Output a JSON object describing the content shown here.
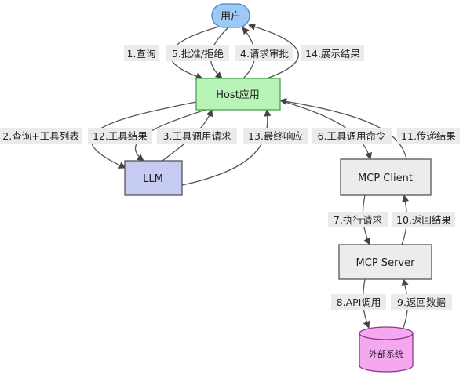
{
  "nodes": {
    "user": {
      "label": "用户",
      "fill": "#9ec9f5",
      "stroke": "#4a86c5"
    },
    "host": {
      "label": "Host应用",
      "fill": "#b8f4b8",
      "stroke": "#4f9d4f"
    },
    "llm": {
      "label": "LLM",
      "fill": "#c5cbf3",
      "stroke": "#555555"
    },
    "mcp_client": {
      "label": "MCP Client",
      "fill": "#ececec",
      "stroke": "#555555"
    },
    "mcp_server": {
      "label": "MCP Server",
      "fill": "#ececec",
      "stroke": "#555555"
    },
    "external": {
      "label": "外部系统",
      "fill": "#f5a8f0",
      "stroke": "#8a3a85"
    }
  },
  "edges": {
    "e1": "1.查询",
    "e5": "5.批准/拒绝",
    "e4": "4.请求审批",
    "e14": "14.展示结果",
    "e2": "2.查询+工具列表",
    "e12": "12.工具结果",
    "e3": "3.工具调用请求",
    "e13": "13.最终响应",
    "e6": "6.工具调用命令",
    "e11": "11.传递结果",
    "e7": "7.执行请求",
    "e10": "10.返回结果",
    "e8": "8.API调用",
    "e9": "9.返回数据"
  }
}
